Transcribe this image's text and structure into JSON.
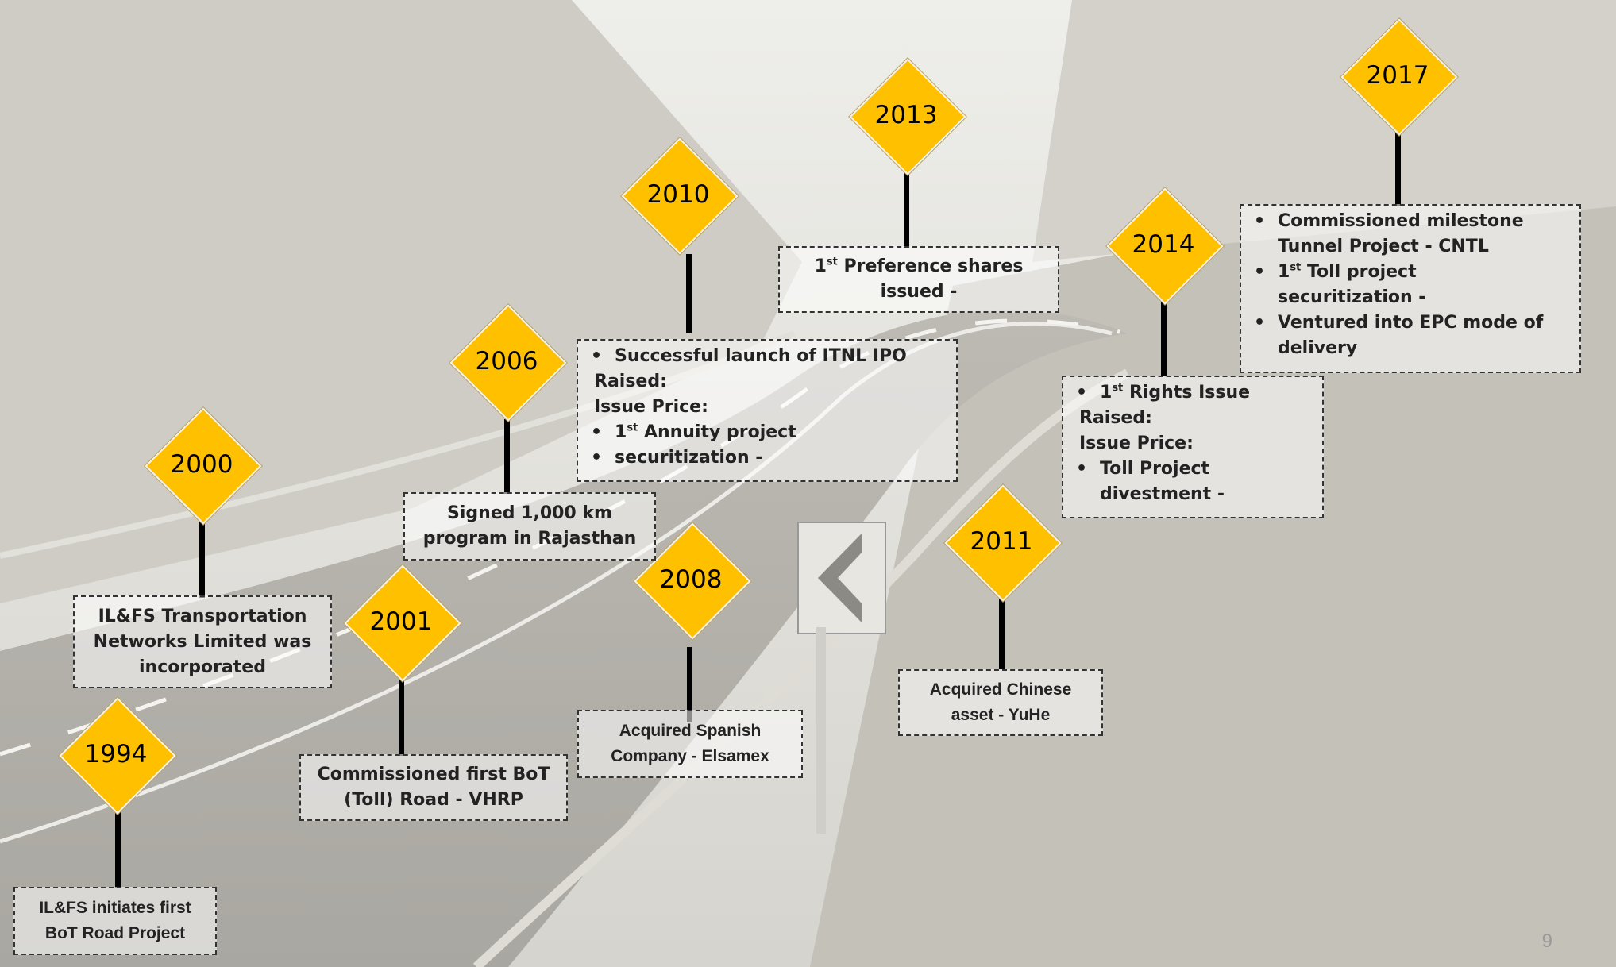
{
  "timeline": {
    "milestones": [
      {
        "year": "1994",
        "lines": [
          "IL&FS initiates first",
          "BoT Road Project"
        ]
      },
      {
        "year": "2000",
        "lines": [
          "IL&FS Transportation",
          "Networks Limited was",
          "incorporated"
        ]
      },
      {
        "year": "2001",
        "lines": [
          "Commissioned first BoT",
          "(Toll) Road - VHRP"
        ]
      },
      {
        "year": "2006",
        "lines": [
          "Signed 1,000 km",
          "program in Rajasthan"
        ]
      },
      {
        "year": "2008",
        "lines": [
          "Acquired Spanish",
          "Company - Elsamex"
        ]
      },
      {
        "year": "2010",
        "lines": [
          "Successful launch of ITNL IPO",
          "Raised:",
          "Issue Price:",
          "Annuity project",
          "securitization -"
        ],
        "sup": "st",
        "sup_prefix": "1"
      },
      {
        "year": "2011",
        "lines": [
          "Acquired Chinese",
          "asset - YuHe"
        ]
      },
      {
        "year": "2013",
        "lines": [
          "Preference shares",
          "issued -"
        ],
        "sup": "st",
        "sup_prefix": "1"
      },
      {
        "year": "2014",
        "lines": [
          "Rights Issue",
          "Raised:",
          "Issue Price:",
          "Toll Project",
          "divestment -"
        ],
        "sup": "st",
        "sup_prefix": "1"
      },
      {
        "year": "2017",
        "lines": [
          "Commissioned milestone",
          "Tunnel Project - CNTL",
          "Toll project",
          "securitization -",
          "Ventured into EPC mode of",
          "delivery"
        ],
        "sup": "st",
        "sup_prefix": "1"
      }
    ]
  },
  "page_number": "9",
  "colors": {
    "sign": "#ffc000",
    "post": "#000000",
    "background": "#c9c7c1"
  }
}
